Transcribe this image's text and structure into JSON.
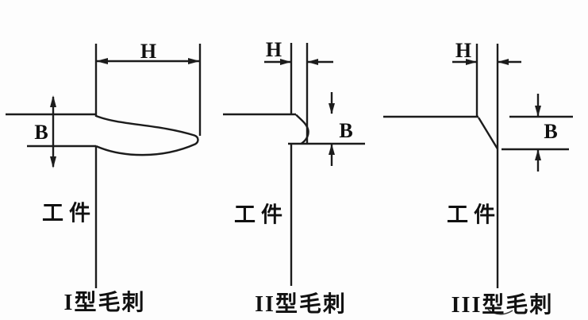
{
  "figure": {
    "background_color": "#fdfdfd",
    "line_color": "#1c1c1c",
    "text_color": "#111111",
    "diagrams": [
      {
        "caption": "I型毛刺",
        "workpiece_label": "工件",
        "height_dim_label": "H",
        "width_dim_label": "B"
      },
      {
        "caption": "II型毛刺",
        "workpiece_label": "工件",
        "height_dim_label": "H",
        "width_dim_label": "B"
      },
      {
        "caption": "III型毛刺",
        "workpiece_label": "工件",
        "height_dim_label": "H",
        "width_dim_label": "B"
      }
    ]
  }
}
